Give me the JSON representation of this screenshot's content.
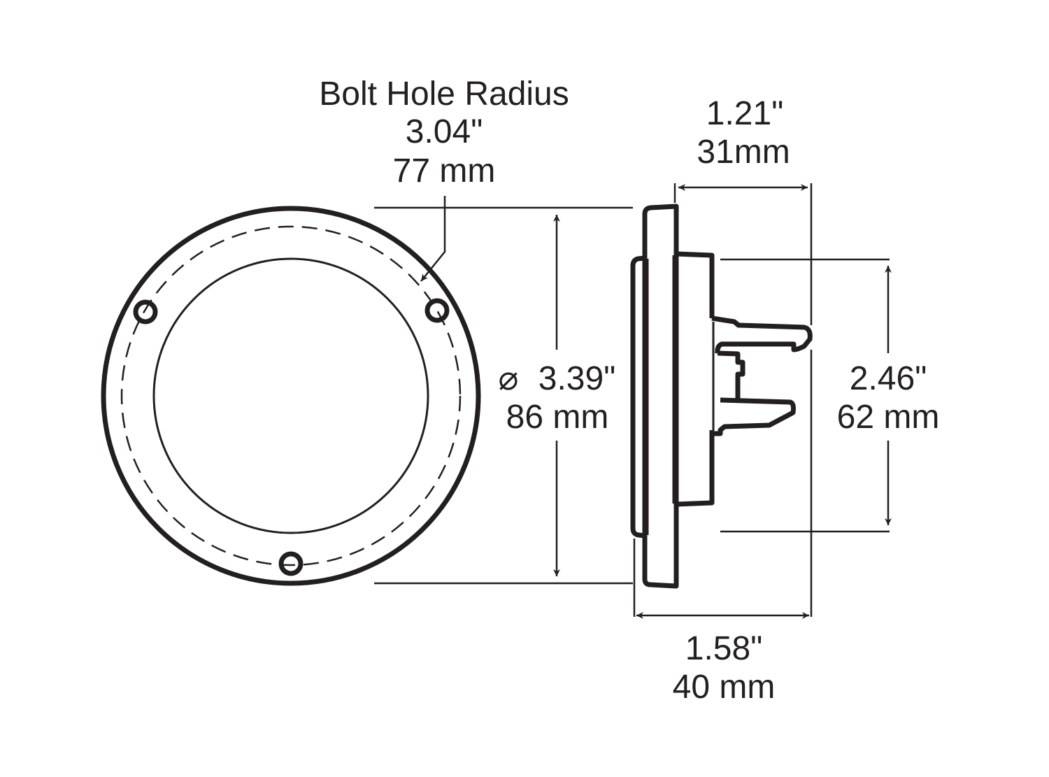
{
  "bolt_hole_radius": {
    "label": "Bolt Hole Radius",
    "inches": "3.04\"",
    "mm": "77 mm"
  },
  "depth_body": {
    "inches": "1.21\"",
    "mm": "31mm"
  },
  "diameter": {
    "symbol": "⌀",
    "inches": "3.39\"",
    "mm": "86 mm"
  },
  "body_height": {
    "inches": "2.46\"",
    "mm": "62 mm"
  },
  "total_depth": {
    "inches": "1.58\"",
    "mm": "40 mm"
  },
  "colors": {
    "ink": "#231f20",
    "background": "#ffffff"
  }
}
